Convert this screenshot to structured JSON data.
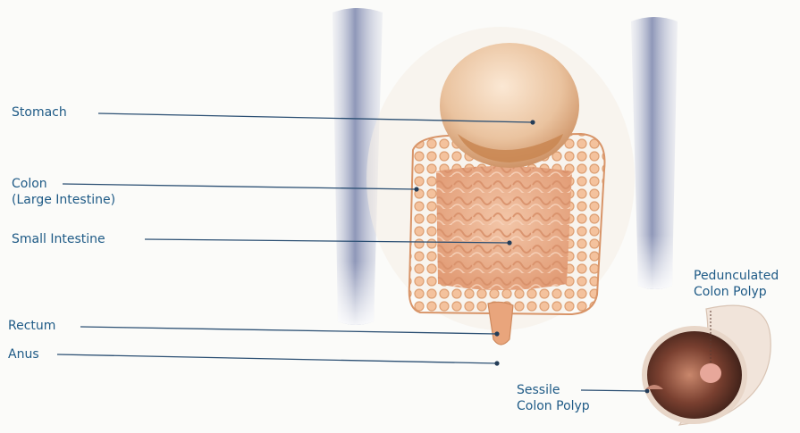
{
  "labels": {
    "stomach": "Stomach",
    "colon_line1": "Colon",
    "colon_line2": "(Large Intestine)",
    "small_intestine": "Small Intestine",
    "rectum": "Rectum",
    "anus": "Anus",
    "pedunculated_line1": "Pedunculated",
    "pedunculated_line2": "Colon Polyp",
    "sessile_line1": "Sessile",
    "sessile_line2": "Colon Polyp"
  },
  "colors": {
    "label_text": "#1e5a86",
    "leader_line": "#2b4f73",
    "arm_shadow": "#8a93b8",
    "stomach": "#e8c29c",
    "colon": "#f0b98e",
    "small_intestine": "#eaa98a",
    "polyp_interior": "#6b3a2a"
  }
}
